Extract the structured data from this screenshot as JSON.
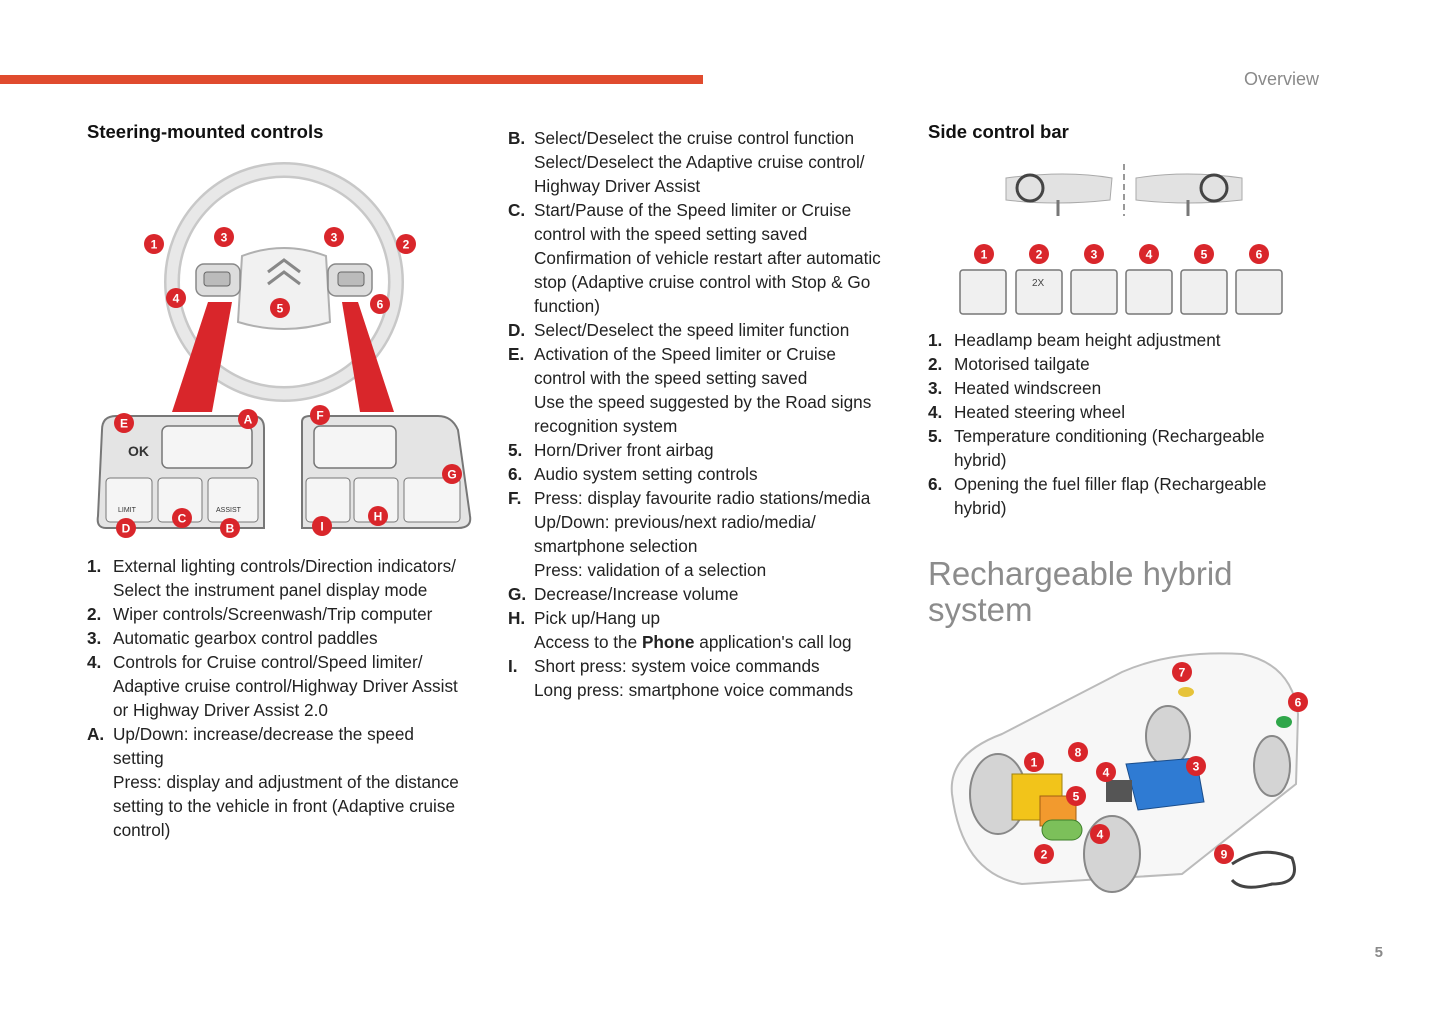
{
  "header": {
    "section": "Overview",
    "page_number": "5"
  },
  "steering": {
    "title": "Steering-mounted controls",
    "diagram_labels": {
      "ok": "OK",
      "limit": "LIMIT",
      "assist": "ASSIST"
    },
    "items": [
      {
        "key": "1.",
        "lines": [
          "External lighting controls/Direction indicators/",
          "Select the instrument panel display mode"
        ]
      },
      {
        "key": "2.",
        "lines": [
          "Wiper controls/Screenwash/Trip computer"
        ]
      },
      {
        "key": "3.",
        "lines": [
          "Automatic gearbox control paddles"
        ]
      },
      {
        "key": "4.",
        "lines": [
          "Controls for Cruise control/Speed limiter/",
          "Adaptive cruise control/Highway Driver Assist",
          "or Highway Driver Assist 2.0"
        ]
      },
      {
        "key": "A.",
        "lines": [
          "Up/Down: increase/decrease the speed",
          "setting",
          "Press: display and adjustment of the distance",
          "setting to the vehicle in front (Adaptive cruise",
          "control)"
        ]
      }
    ]
  },
  "steering_cont": {
    "items": [
      {
        "key": "B.",
        "lines": [
          "Select/Deselect the cruise control function",
          "Select/Deselect the Adaptive cruise control/",
          "Highway Driver Assist"
        ]
      },
      {
        "key": "C.",
        "lines": [
          "Start/Pause of the Speed limiter or Cruise",
          "control with the speed setting saved",
          "Confirmation of vehicle restart after automatic",
          "stop (Adaptive cruise control with Stop & Go",
          "function)"
        ]
      },
      {
        "key": "D.",
        "lines": [
          "Select/Deselect the speed limiter function"
        ]
      },
      {
        "key": "E.",
        "lines": [
          "Activation of the Speed limiter or Cruise",
          "control with the speed setting saved",
          "Use the speed suggested by the Road signs",
          "recognition system"
        ]
      },
      {
        "key": "5.",
        "lines": [
          "Horn/Driver front airbag"
        ]
      },
      {
        "key": "6.",
        "lines": [
          "Audio system setting controls"
        ]
      },
      {
        "key": "F.",
        "lines": [
          "Press: display favourite radio stations/media",
          "Up/Down: previous/next radio/media/",
          "smartphone selection",
          "Press: validation of a selection"
        ]
      },
      {
        "key": "G.",
        "lines": [
          "Decrease/Increase volume"
        ]
      },
      {
        "key": "H.",
        "lines": [
          "Pick up/Hang up"
        ]
      },
      {
        "key": "I.",
        "lines": [
          "Short press: system voice commands",
          "Long press: smartphone voice commands"
        ]
      }
    ],
    "phone_line": {
      "pre": "Access to the ",
      "bold": "Phone",
      "post": " application's call log"
    }
  },
  "side_bar": {
    "title": "Side control bar",
    "icon_2x": "2X",
    "items": [
      {
        "key": "1.",
        "lines": [
          "Headlamp beam height adjustment"
        ]
      },
      {
        "key": "2.",
        "lines": [
          "Motorised tailgate"
        ]
      },
      {
        "key": "3.",
        "lines": [
          "Heated windscreen"
        ]
      },
      {
        "key": "4.",
        "lines": [
          "Heated steering wheel"
        ]
      },
      {
        "key": "5.",
        "lines": [
          "Temperature conditioning (Rechargeable",
          "hybrid)"
        ]
      },
      {
        "key": "6.",
        "lines": [
          "Opening the fuel filler flap (Rechargeable",
          "hybrid)"
        ]
      }
    ]
  },
  "hybrid": {
    "title_line1": "Rechargeable hybrid",
    "title_line2": "system"
  },
  "colors": {
    "accent": "#e04b2e",
    "marker": "#d9262b",
    "heading_grey": "#8c8c8c"
  }
}
